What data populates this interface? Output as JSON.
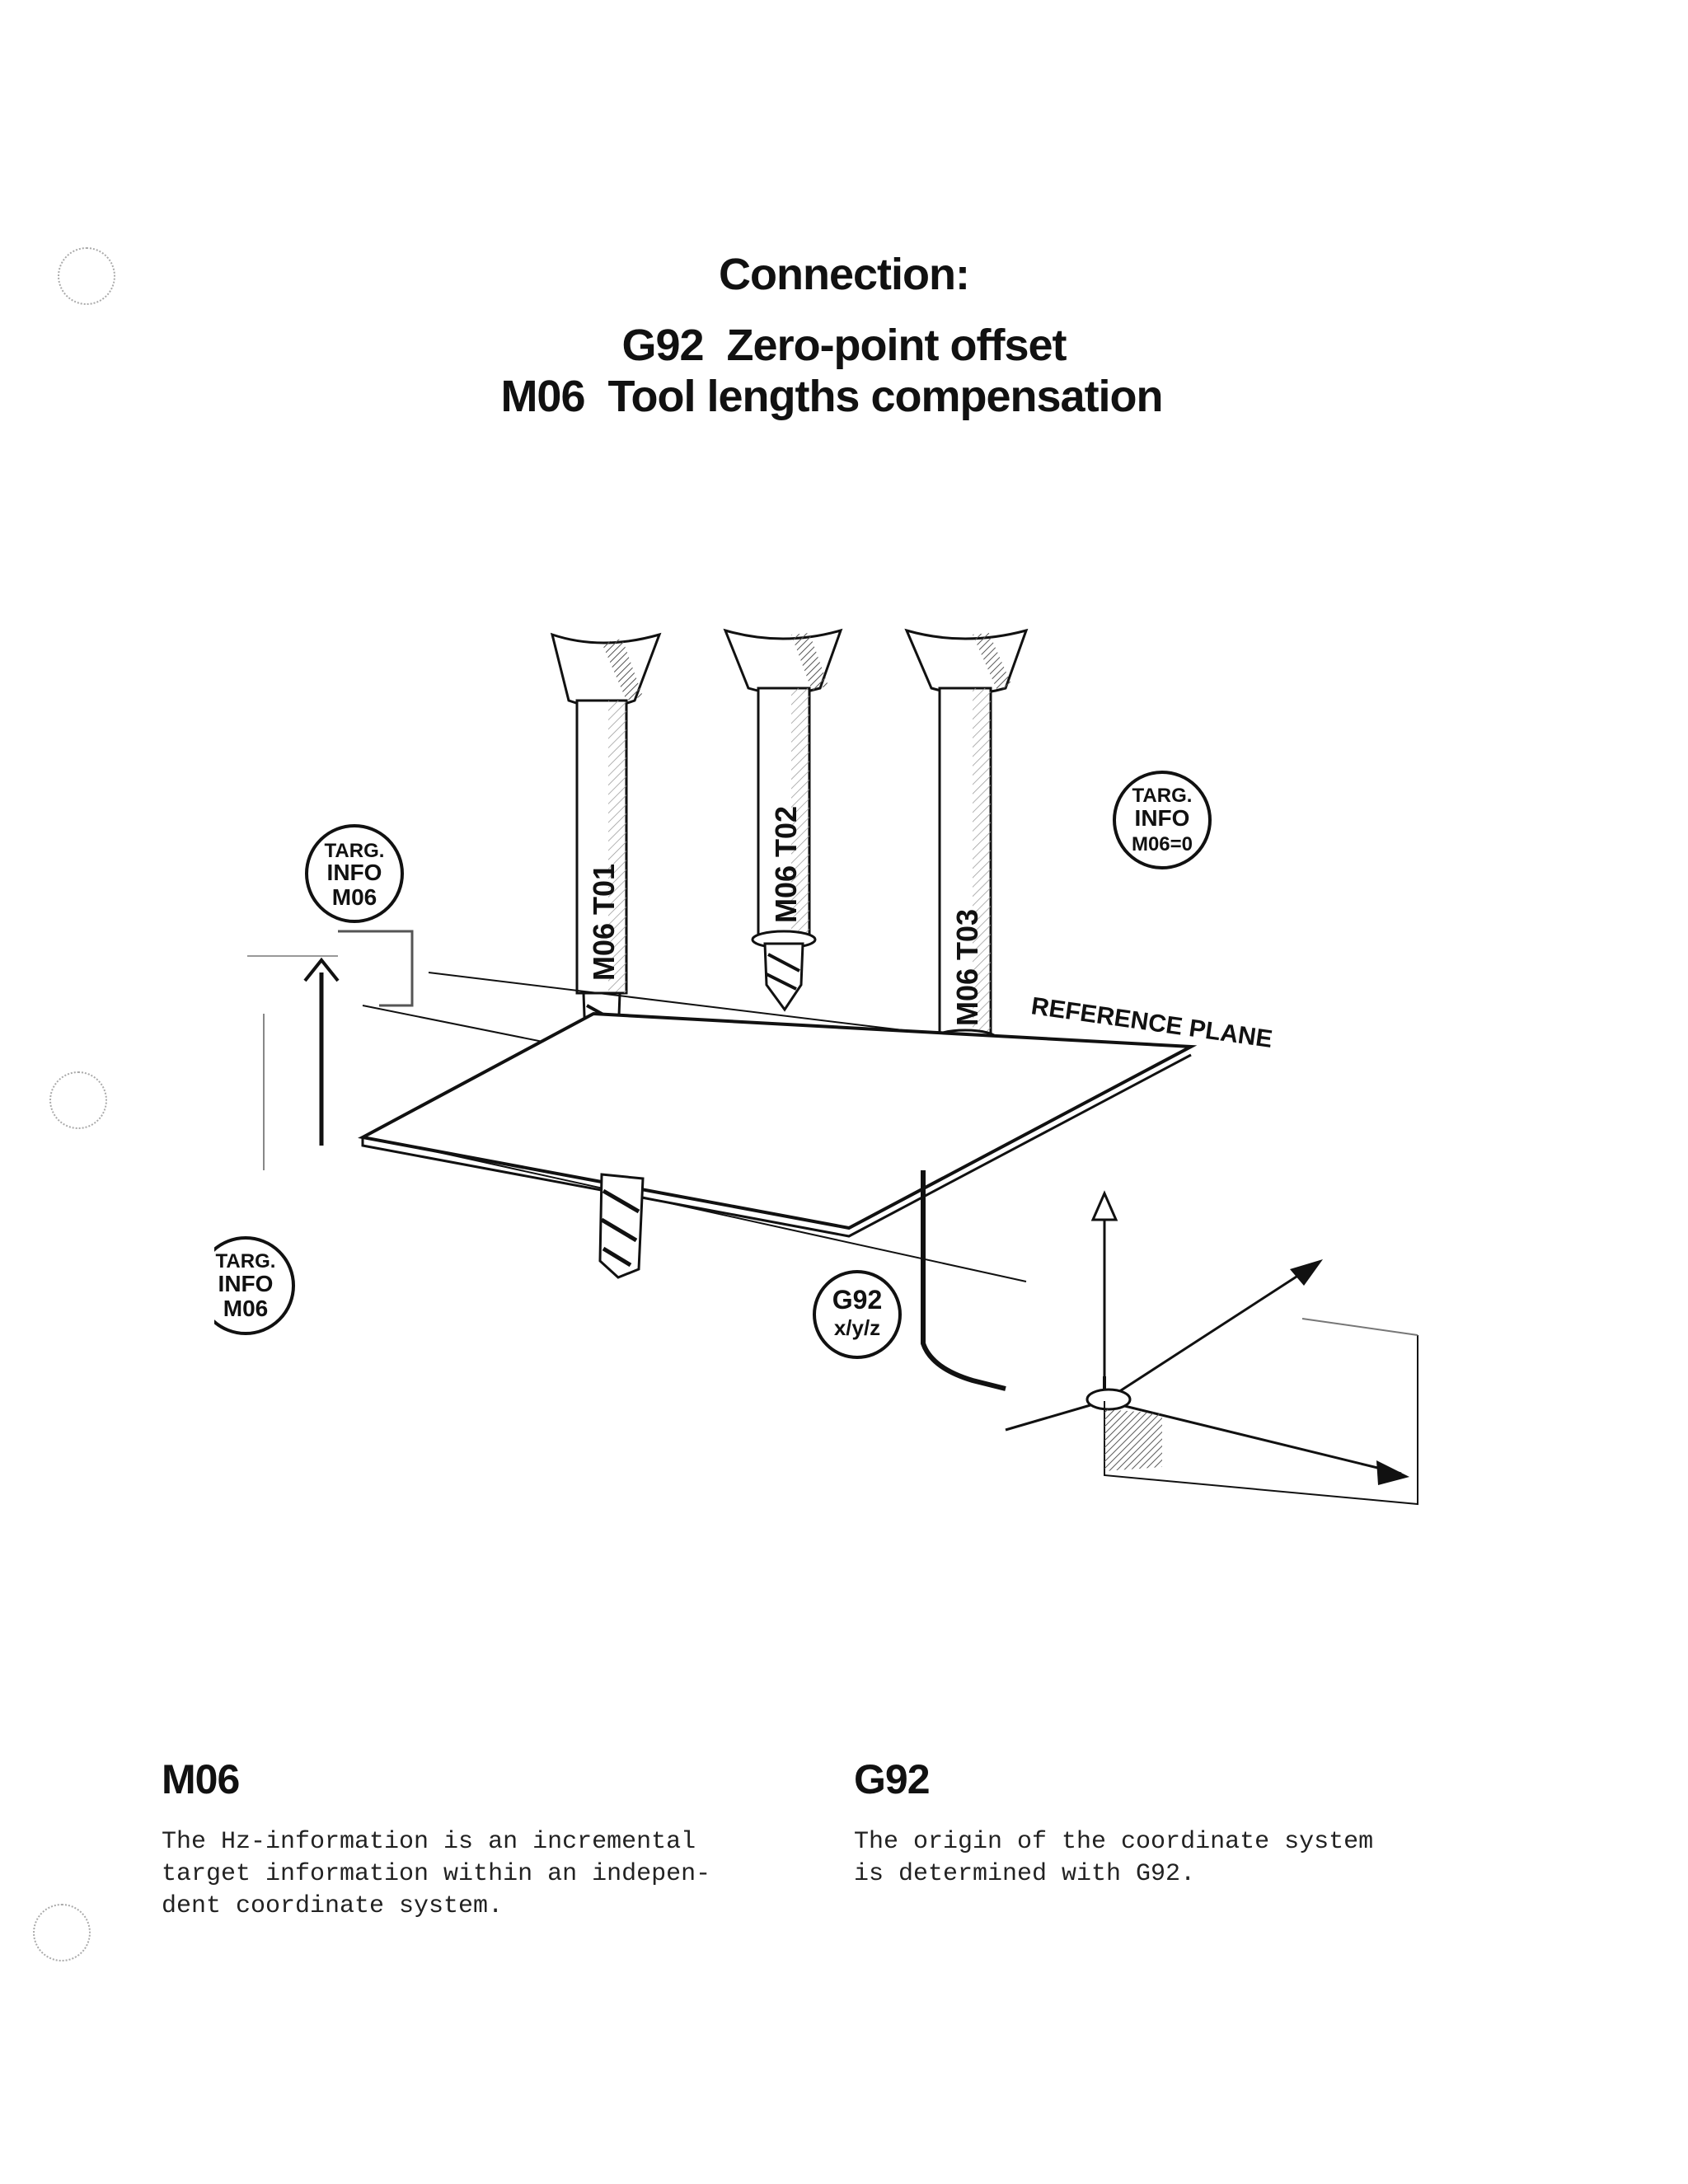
{
  "header": {
    "title": "Connection:",
    "line_g92": "G92  Zero-point offset",
    "line_m06": "M06  Tool lengths compensation"
  },
  "illustration": {
    "reference_plane_label": "REFERENCE PLANE",
    "tool_labels": [
      "M06  T01",
      "M06  T02",
      "M06  T03"
    ],
    "badge_top_left": {
      "line1": "TARG.",
      "line2": "INFO",
      "line3": "M06"
    },
    "badge_top_right": {
      "line1": "TARG.",
      "line2": "INFO",
      "line3": "M06=0"
    },
    "badge_bottom_left": {
      "line1": "TARG.",
      "line2": "INFO",
      "line3": "M06"
    },
    "badge_g92": {
      "line1": "G92",
      "line2": "x/y/z"
    }
  },
  "sections": {
    "m06": {
      "heading": "M06",
      "text": "The Hz-information is an incremental\ntarget information within an indepen-\ndent coordinate system."
    },
    "g92": {
      "heading": "G92",
      "text": "The origin of the coordinate system\nis determined with G92."
    }
  }
}
